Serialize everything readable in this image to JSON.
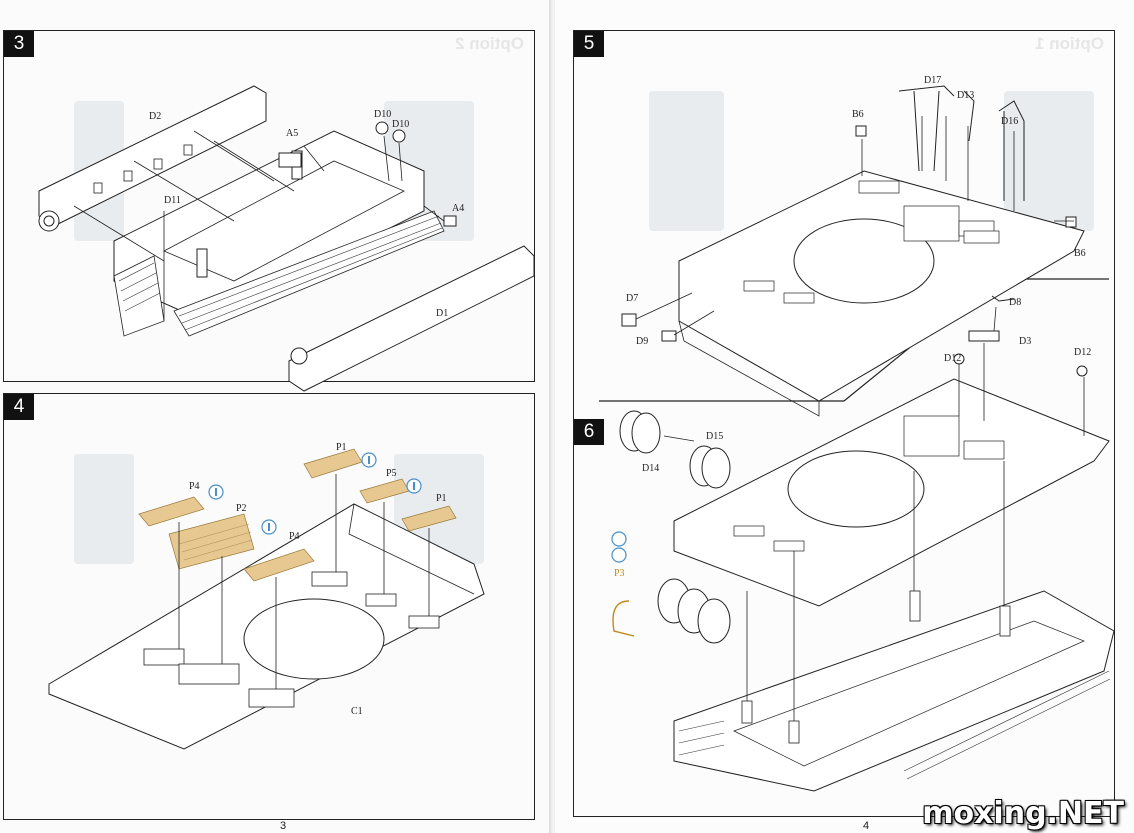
{
  "steps": [
    {
      "number": "3",
      "labels": [
        "D2",
        "A5",
        "D10",
        "D10",
        "D11",
        "A4",
        "D1"
      ]
    },
    {
      "number": "4",
      "labels": [
        "P1",
        "P4",
        "P2",
        "P4",
        "P5",
        "P1",
        "C1"
      ]
    },
    {
      "number": "5",
      "labels": [
        "D17",
        "D13",
        "B6",
        "D16",
        "B6",
        "D7",
        "D9"
      ]
    },
    {
      "number": "6",
      "labels": [
        "D8",
        "D3",
        "D12",
        "D12",
        "D15",
        "D14",
        "P3"
      ]
    }
  ],
  "ghost_text": {
    "left": "Option 2",
    "right": "Option 1"
  },
  "page_numbers": {
    "left": "3",
    "right": "4"
  },
  "watermark": "moxing.NET",
  "colors": {
    "photo_etch": "#e6c890",
    "marker_blue": "#4a90c8",
    "ink": "#222222"
  }
}
